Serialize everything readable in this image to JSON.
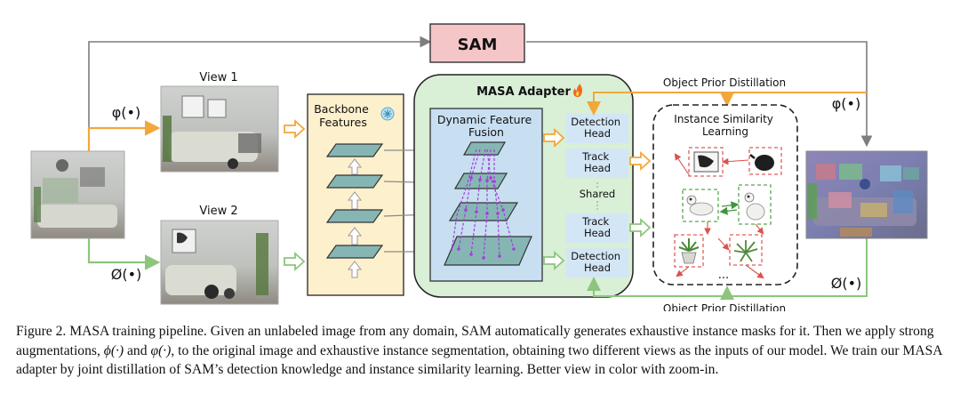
{
  "diagram": {
    "sam_label": "SAM",
    "view1_label": "View 1",
    "view2_label": "View 2",
    "phi_top_label": "φ(•)",
    "phi_bottom_label": "Ø(•)",
    "phi_right_top_label": "φ(•)",
    "phi_right_bottom_label": "Ø(•)",
    "backbone_label_line1": "Backbone",
    "backbone_label_line2": "Features",
    "adapter_title": "MASA Adapter",
    "fusion_label_line1": "Dynamic Feature",
    "fusion_label_line2": "Fusion",
    "detection_head_top_line1": "Detection",
    "detection_head_top_line2": "Head",
    "track_head_top_line1": "Track",
    "track_head_top_line2": "Head",
    "shared_label": "Shared",
    "track_head_bottom_line1": "Track",
    "track_head_bottom_line2": "Head",
    "detection_head_bottom_line1": "Detection",
    "detection_head_bottom_line2": "Head",
    "distill_top_label": "Object Prior Distillation",
    "distill_bottom_label": "Object Prior Distillation",
    "similarity_label_line1": "Instance Similarity",
    "similarity_label_line2": "Learning",
    "ellipsis": "...",
    "colors": {
      "sam_fill": "#f4c6c8",
      "backbone_fill": "#fdf0cc",
      "adapter_fill": "#d9efd6",
      "fusion_fill": "#c7dff1",
      "head_fill": "#d3e6f6",
      "layer_fill": "#86b6b4",
      "orange_arrow": "#f2a73a",
      "green_arrow": "#8dc57f",
      "gray_line": "#7d7d7d",
      "red_dash": "#e25c5c",
      "green_dash": "#59a84f",
      "purple": "#a73be0"
    }
  },
  "caption": {
    "lead": "Figure 2. MASA training pipeline. Given an unlabeled image from any domain, SAM automatically generates exhaustive instance masks for it. Then we apply strong augmentations,",
    "phi1": "ϕ(·)",
    "and": "and",
    "phi2": "φ(·)",
    "tail": ", to the original image and exhaustive instance segmentation, obtaining two different views as the inputs of our model. We train our MASA adapter by joint distillation of SAM’s detection knowledge and instance similarity learning. Better view in color with zoom-in."
  }
}
